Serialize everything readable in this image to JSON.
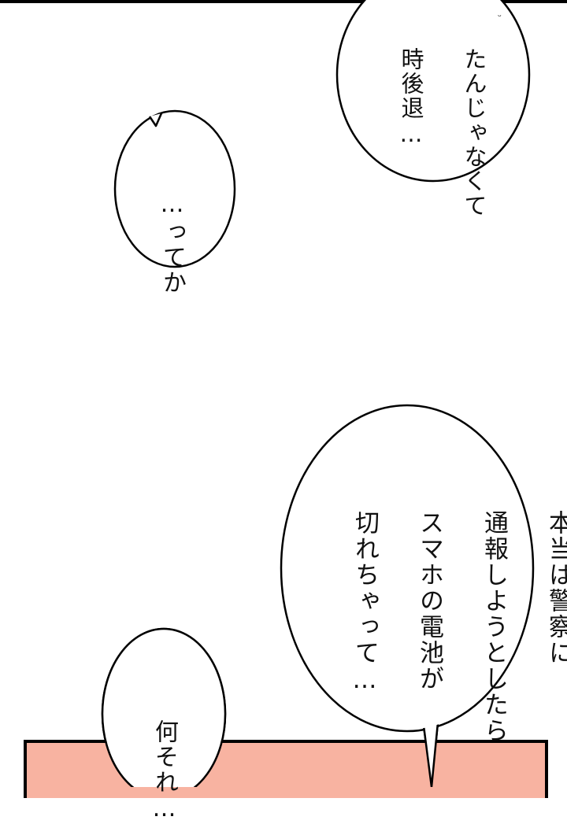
{
  "page": {
    "background": "#ffffff",
    "panel_color": "#f8b3a1"
  },
  "bubbles": {
    "top_right": {
      "lines": [
        "たんじゃなくて",
        "時後退…"
      ]
    },
    "middle_left": {
      "lines": [
        "…ってか"
      ]
    },
    "bottom_right": {
      "lines": [
        "本当は警察に",
        "通報しようとしたら",
        "スマホの電池が",
        "切れちゃって…"
      ]
    },
    "bottom_left": {
      "lines": [
        "何それ…"
      ]
    }
  }
}
